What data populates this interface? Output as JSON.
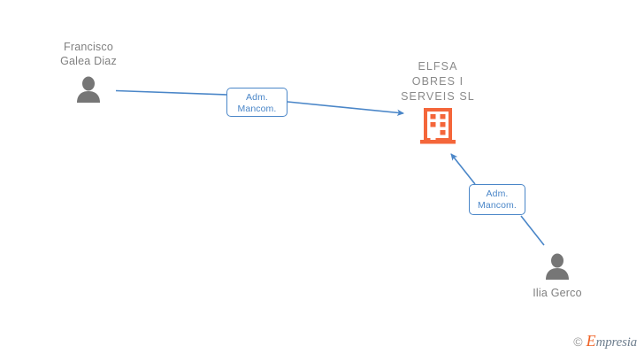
{
  "diagram": {
    "background_color": "#ffffff",
    "accent_blue": "#4a86c8",
    "company_orange": "#f4663a",
    "person_gray": "#767676",
    "text_gray": "#808080"
  },
  "nodes": {
    "person_left": {
      "name": "Francisco Galea Diaz",
      "line1": "Francisco",
      "line2": "Galea Diaz",
      "icon": "person-icon"
    },
    "company": {
      "line1": "ELFSA",
      "line2": "OBRES I",
      "line3": "SERVEIS  SL",
      "full_name": "ELFSA OBRES I SERVEIS SL",
      "icon": "building-icon"
    },
    "person_right": {
      "name": "Ilia Gerco",
      "line1": "Ilia Gerco",
      "icon": "person-icon"
    }
  },
  "edges": [
    {
      "from": "Francisco Galea Diaz",
      "to": "ELFSA OBRES I SERVEIS SL",
      "label_line1": "Adm.",
      "label_line2": "Mancom.",
      "role": "Adm. Mancom."
    },
    {
      "from": "Ilia Gerco",
      "to": "ELFSA OBRES I SERVEIS SL",
      "label_line1": "Adm.",
      "label_line2": "Mancom.",
      "role": "Adm. Mancom."
    }
  ],
  "watermark": {
    "copyright": "©",
    "brand_initial": "E",
    "brand_rest": "mpresia"
  }
}
